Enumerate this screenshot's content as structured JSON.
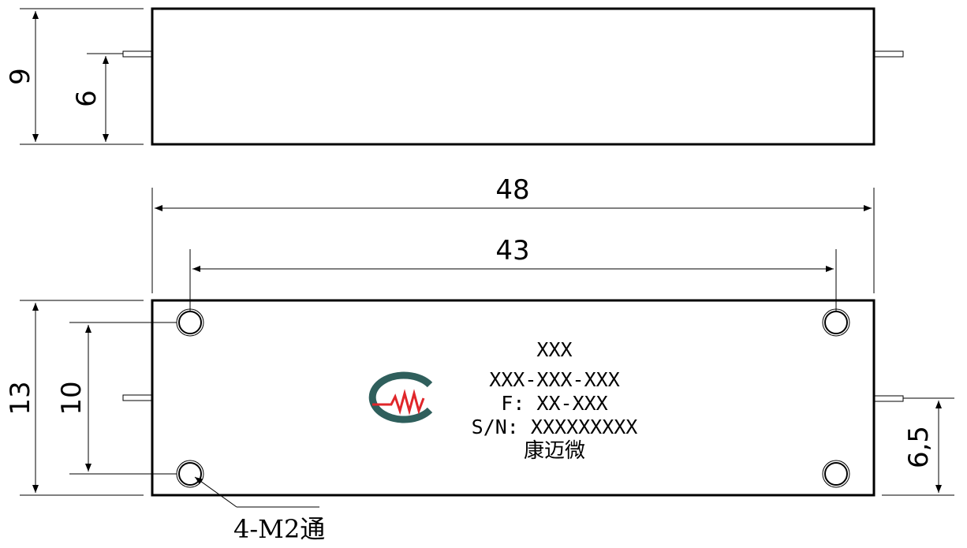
{
  "top_view": {
    "height_dim": "9",
    "pin_height_dim": "6"
  },
  "front_view": {
    "overall_length_dim": "48",
    "hole_spacing_dim": "43",
    "height_dim": "13",
    "hole_vertical_spacing_dim": "10",
    "pin_height_dim": "6,5",
    "callout": "4-M2通"
  },
  "label": {
    "line1": "XXX",
    "line2": "XXX-XXX-XXX",
    "line3": "F: XX-XXX",
    "line4": "S/N: XXXXXXXXX",
    "line5": "康迈微"
  },
  "colors": {
    "logo_teal": "#2f5f5c",
    "logo_red": "#e0262a"
  }
}
